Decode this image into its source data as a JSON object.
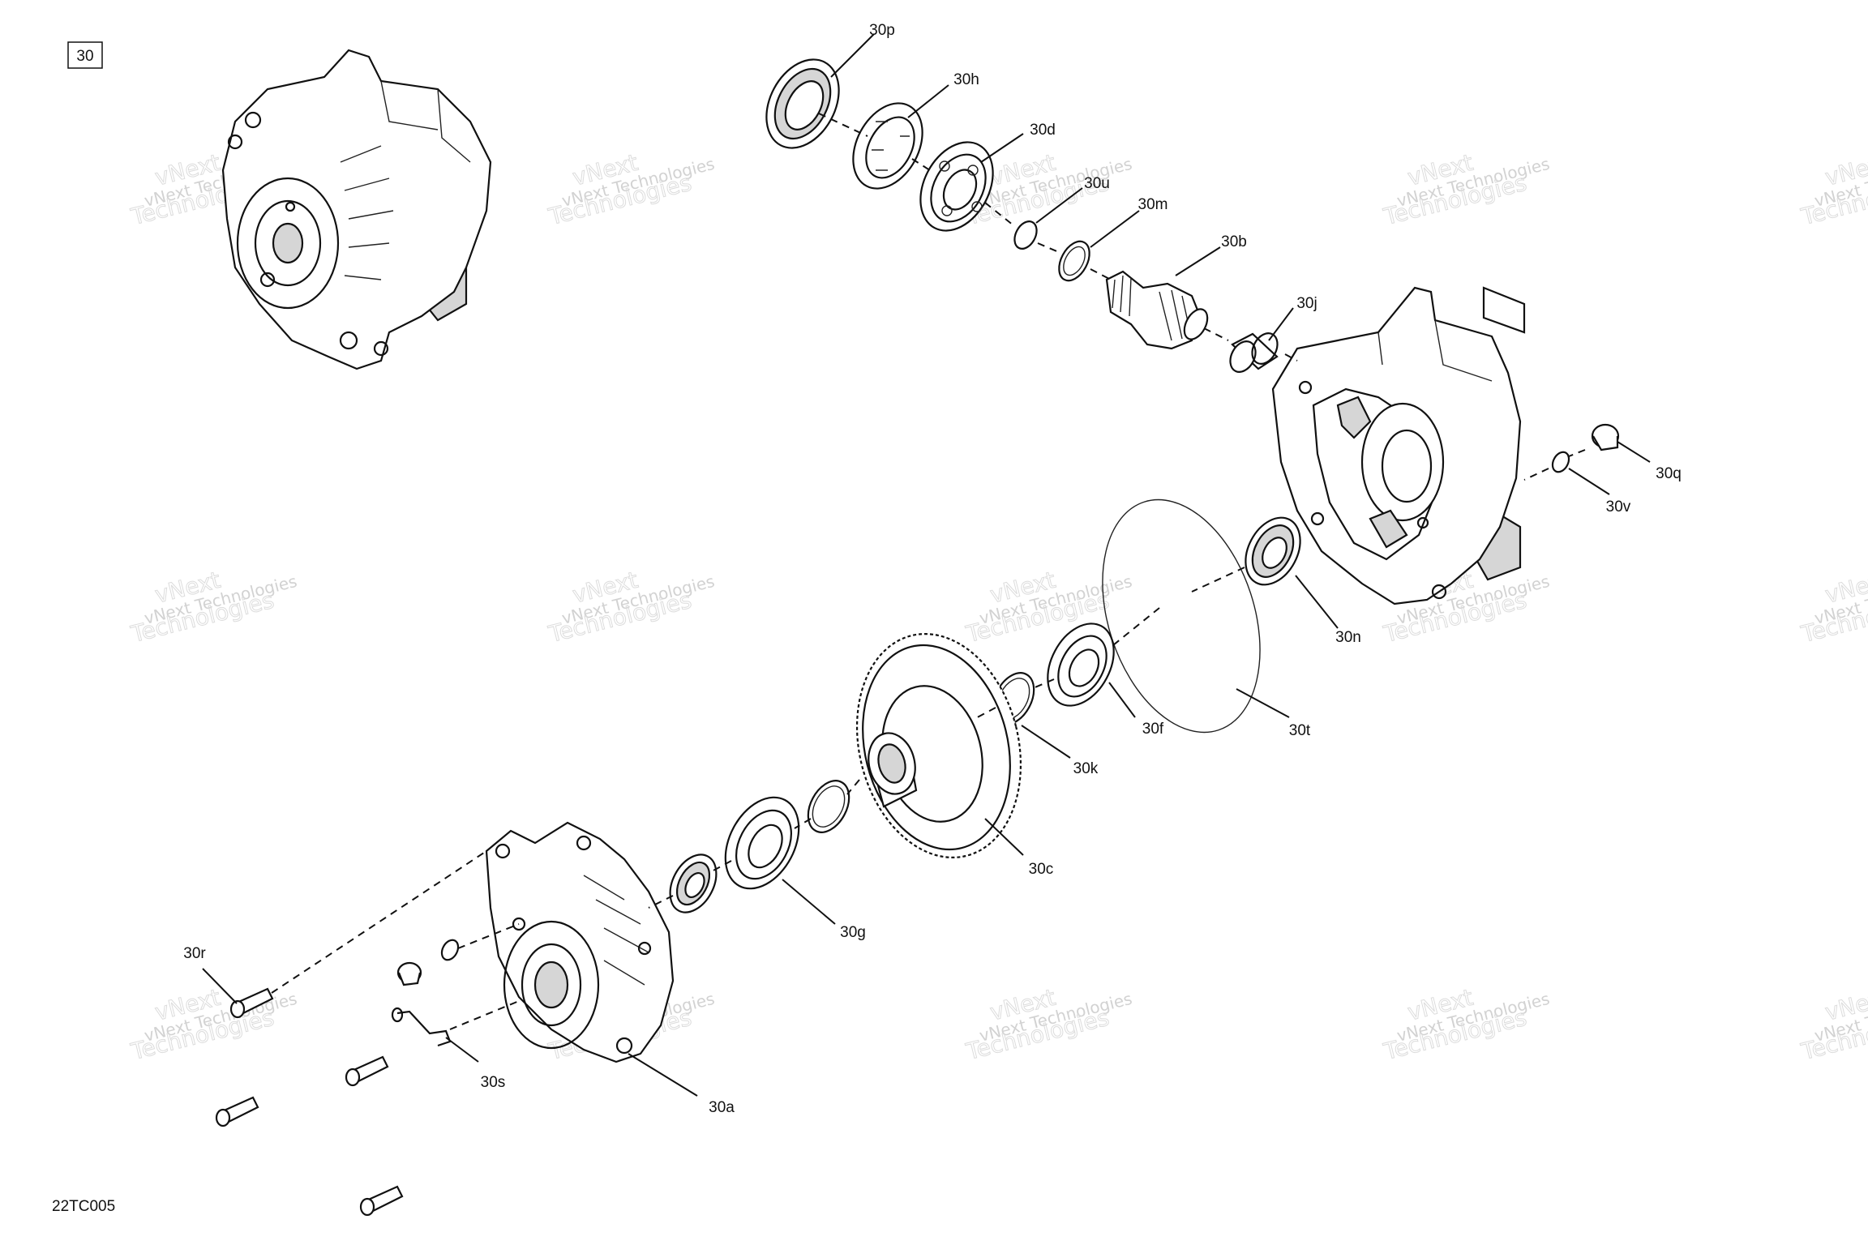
{
  "figure": {
    "group_number": "30",
    "drawing_code": "22TC005"
  },
  "watermark": {
    "line1": "vNext Technologies",
    "line2": "vNext",
    "line3": "Technologies"
  },
  "callouts": {
    "30p": "30p",
    "30h": "30h",
    "30d": "30d",
    "30u": "30u",
    "30m": "30m",
    "30b": "30b",
    "30j": "30j",
    "30q": "30q",
    "30v": "30v",
    "30n": "30n",
    "30t": "30t",
    "30f": "30f",
    "30k": "30k",
    "30c": "30c",
    "30g": "30g",
    "30r": "30r",
    "30s": "30s",
    "30a": "30a"
  }
}
